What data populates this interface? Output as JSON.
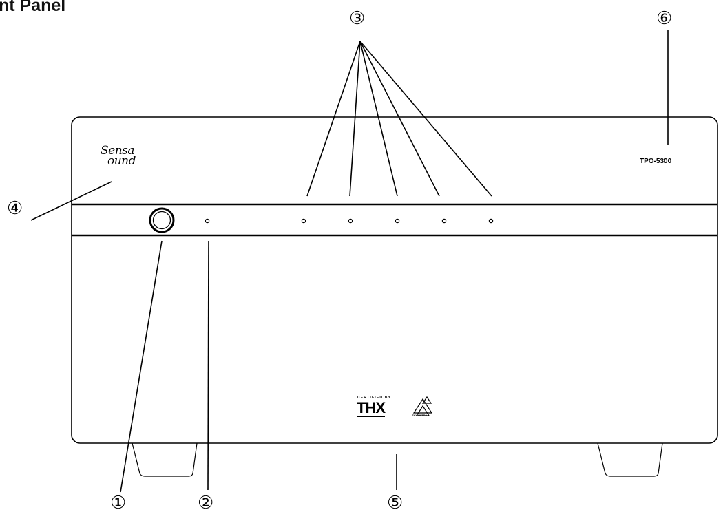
{
  "title": "nt Panel",
  "callouts": [
    "①",
    "②",
    "③",
    "④",
    "⑤",
    "⑥"
  ],
  "model_label": "TPO-5300",
  "brand_logo": {
    "line1": "Sensa",
    "line2": "ound"
  },
  "certification": {
    "small": "CERTIFIED BY",
    "main": "THX",
    "sub": "THX ULTRA"
  },
  "colors": {
    "line": "#000000",
    "background": "#ffffff"
  }
}
